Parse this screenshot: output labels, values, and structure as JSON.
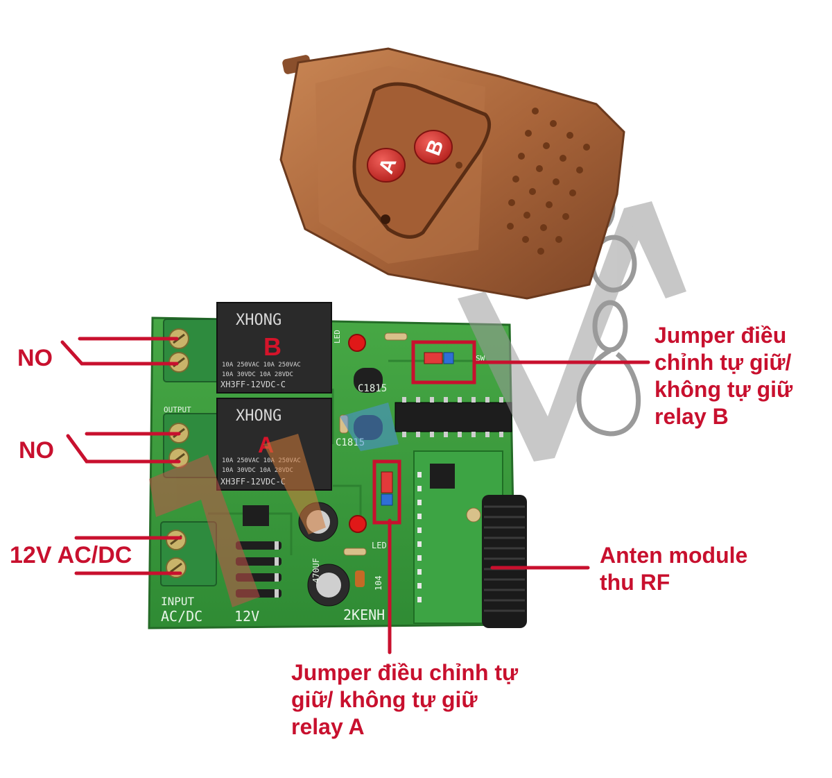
{
  "remote": {
    "button_a": "A",
    "button_b": "B"
  },
  "relay_top": {
    "brand": "XHONG",
    "marker": "B",
    "rating_1": "10A 250VAC 10A 250VAC",
    "rating_2": "10A  30VDC 10A  28VDC",
    "model": "XH3FF-12VDC-C"
  },
  "relay_bottom": {
    "brand": "XHONG",
    "marker": "A",
    "rating_1": "10A 250VAC 10A 250VAC",
    "rating_2": "10A  30VDC 10A  28VDC",
    "model": "XH3FF-12VDC-C"
  },
  "board_silkscreen": {
    "input": "INPUT",
    "acdc": "AC/DC",
    "voltage": "12V",
    "channels": "2KENH",
    "output": "OUTPUT",
    "cap": "470UF",
    "c104": "104",
    "c1815_a": "C1815",
    "c1815_b": "C1815",
    "led": "LED",
    "sw": "SW"
  },
  "annotations": {
    "no_top": "NO",
    "no_bottom": "NO",
    "power": "12V AC/DC",
    "jumper_b": [
      "Jumper điều",
      "chỉnh tự giữ/",
      "không tự giữ",
      "relay B"
    ],
    "antenna": [
      "Anten module",
      "thu RF"
    ],
    "jumper_a": [
      "Jumper điều chỉnh tự",
      "giữ/ không tự giữ",
      "relay A"
    ]
  },
  "colors": {
    "annotation": "#c8102e",
    "pcb": "#3a9a3a",
    "remote_shell": "#b06a3c",
    "relay_body": "#2a2a2a",
    "terminal": "#2e8b3e"
  }
}
